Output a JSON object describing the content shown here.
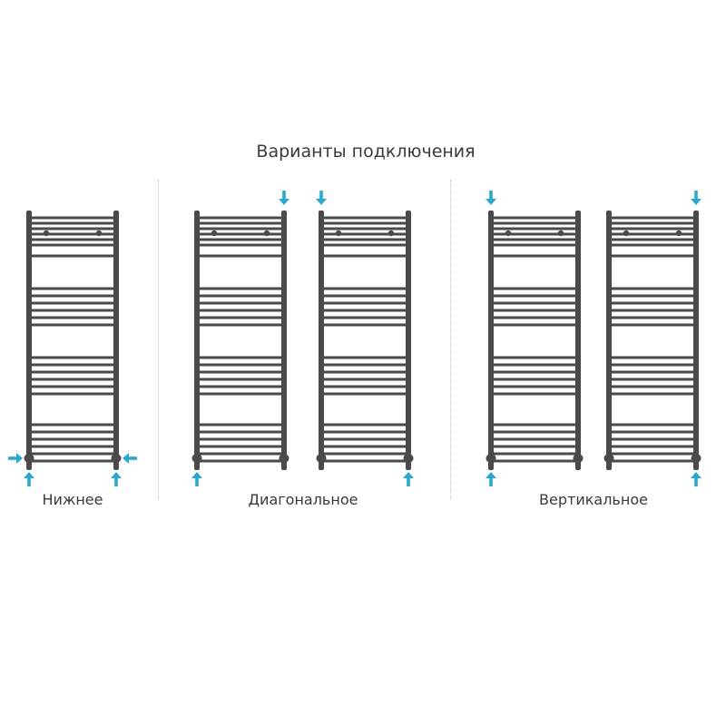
{
  "title": "Варианты подключения",
  "colors": {
    "radiator": "#4a4a4c",
    "arrow": "#2aa8cf",
    "text": "#3a3a3a",
    "divider": "#c4c4c4"
  },
  "groups": [
    {
      "label": "Нижнее",
      "radiators": [
        {
          "name": "bottom-connection",
          "arrows": [
            "left-side-in",
            "left-bottom-up",
            "right-bottom-up",
            "right-side-in"
          ]
        }
      ]
    },
    {
      "label": "Диагональное",
      "radiators": [
        {
          "name": "diagonal-connection-1",
          "arrows": [
            "left-bottom-up",
            "right-top-down"
          ]
        },
        {
          "name": "diagonal-connection-2",
          "arrows": [
            "left-top-down",
            "right-bottom-up"
          ]
        }
      ]
    },
    {
      "label": "Вертикальное",
      "radiators": [
        {
          "name": "vertical-connection-1",
          "arrows": [
            "left-top-down",
            "left-bottom-up"
          ]
        },
        {
          "name": "vertical-connection-2",
          "arrows": [
            "right-top-down",
            "right-bottom-up"
          ]
        }
      ]
    }
  ]
}
